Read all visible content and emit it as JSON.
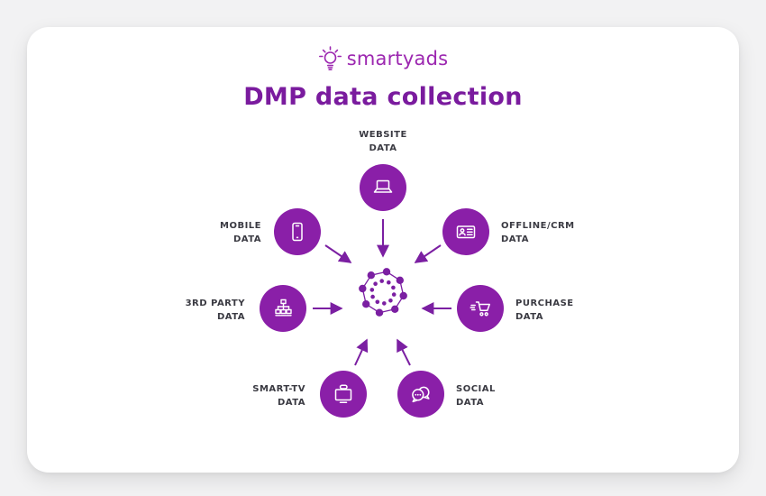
{
  "logo": {
    "text": "smartyads",
    "icon": "lightbulb-icon",
    "color": "#9c27b0"
  },
  "title": {
    "text": "DMP data collection",
    "color": "#7a1b9e"
  },
  "diagram": {
    "center": {
      "icon": "network-cluster-icon",
      "color": "#7b1fa2"
    },
    "colors": {
      "node_circle": "#8a1fa8",
      "arrow": "#7b1fa2",
      "label": "#3a3a42",
      "icon_stroke": "#ffffff",
      "card_background": "#ffffff",
      "page_background": "#f2f2f3"
    },
    "nodes": [
      {
        "id": "website",
        "label_line1": "WEBSITE",
        "label_line2": "DATA",
        "icon": "laptop-icon",
        "position": "top"
      },
      {
        "id": "mobile",
        "label_line1": "MOBILE",
        "label_line2": "DATA",
        "icon": "smartphone-icon",
        "position": "upper-left"
      },
      {
        "id": "offline",
        "label_line1": "OFFLINE/CRM",
        "label_line2": "DATA",
        "icon": "id-card-icon",
        "position": "upper-right"
      },
      {
        "id": "party3",
        "label_line1": "3RD PARTY",
        "label_line2": "DATA",
        "icon": "hierarchy-icon",
        "position": "left"
      },
      {
        "id": "purchase",
        "label_line1": "PURCHASE",
        "label_line2": "DATA",
        "icon": "cart-icon",
        "position": "right"
      },
      {
        "id": "smarttv",
        "label_line1": "SMART-TV",
        "label_line2": "DATA",
        "icon": "tv-icon",
        "position": "lower-left"
      },
      {
        "id": "social",
        "label_line1": "SOCIAL",
        "label_line2": "DATA",
        "icon": "chat-bubbles-icon",
        "position": "lower-right"
      }
    ]
  }
}
